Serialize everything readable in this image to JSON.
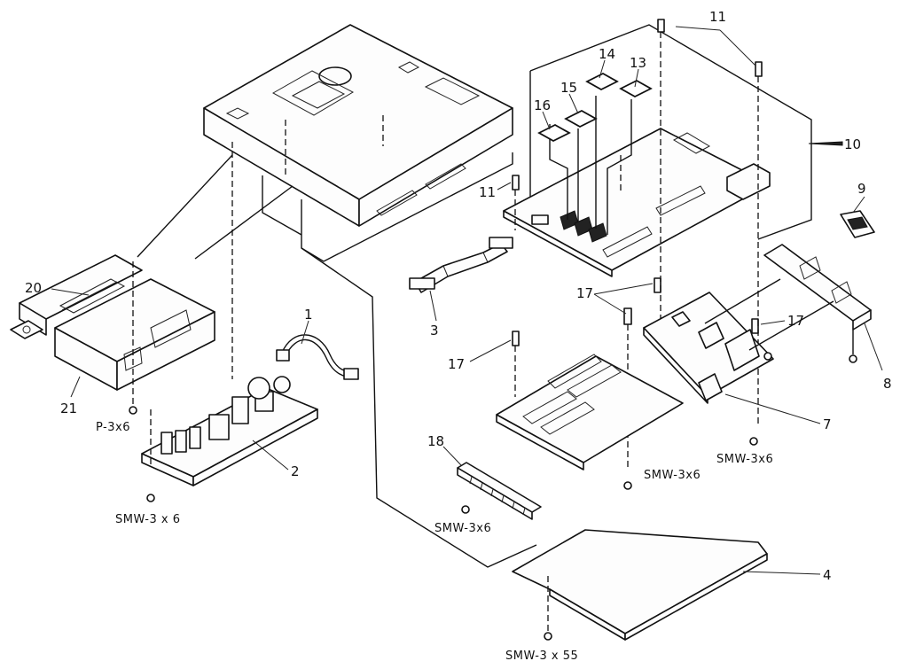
{
  "callouts": {
    "c1": "1",
    "c2": "2",
    "c3": "3",
    "c4": "4",
    "c7": "7",
    "c8": "8",
    "c9": "9",
    "c10": "10",
    "c11a": "11",
    "c11b": "11",
    "c13": "13",
    "c14": "14",
    "c15": "15",
    "c16": "16",
    "c17a": "17",
    "c17b": "17",
    "c17c": "17",
    "c18": "18",
    "c20": "20",
    "c21": "21"
  },
  "screws": {
    "p3x6": "P-3x6",
    "smw_psu": "SMW-3 x 6",
    "smw_18": "SMW-3x6",
    "smw_center": "SMW-3x6",
    "smw_right": "SMW-3x6",
    "smw_bottom": "SMW-3 x 55"
  }
}
